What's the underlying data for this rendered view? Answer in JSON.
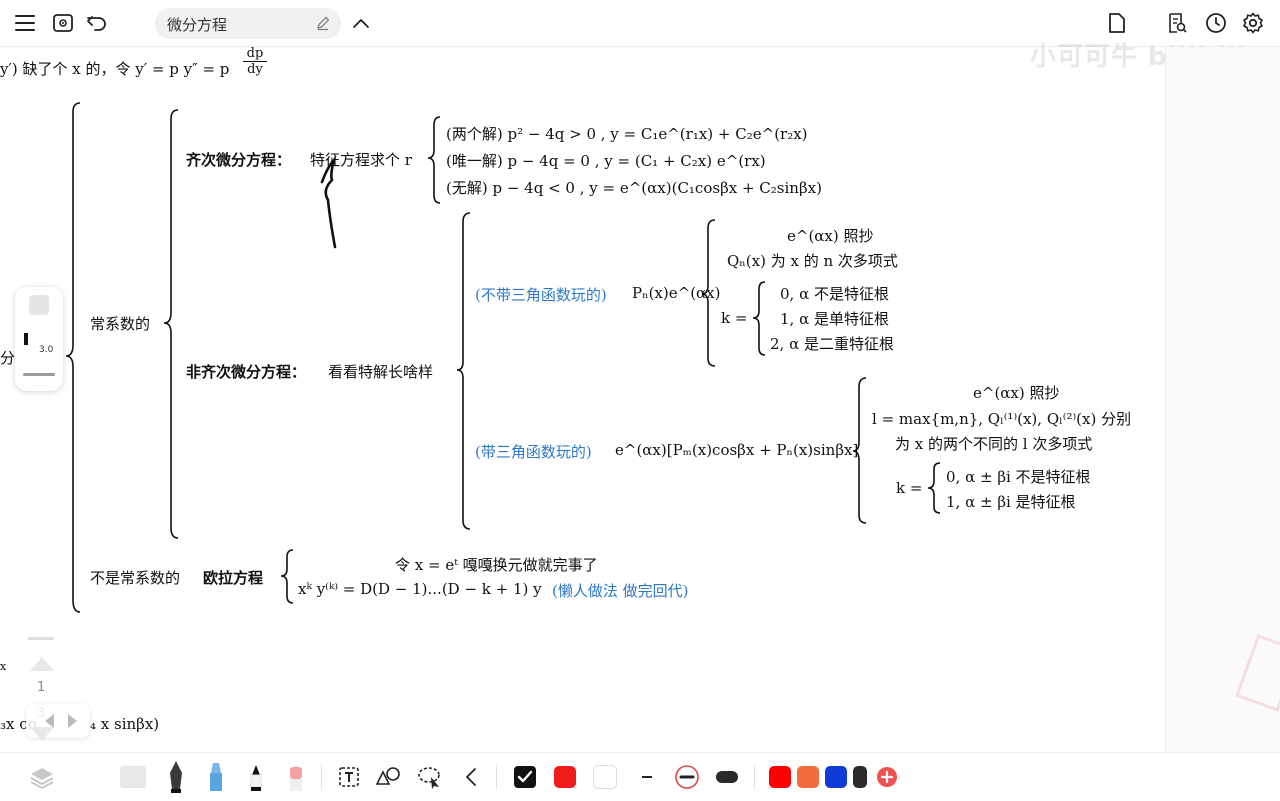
{
  "title": "微分方程",
  "watermark": "小可可牛 bilibili",
  "fragment_top": "y′) 缺了个 x 的，令 y′ = p  y″ = p",
  "frac_num": "dp",
  "frac_den": "dy",
  "left_label": "分",
  "const_coef": "常系数的",
  "homog_label": "齐次微分方程：",
  "homog_desc": "特征方程求个 r",
  "homog_cases": [
    "(两个解) p² − 4q > 0 , y = C₁e^(r₁x) + C₂e^(r₂x)",
    "(唯一解) p − 4q = 0 , y = (C₁ + C₂x) e^(rx)",
    "(无解) p − 4q < 0 , y = e^(αx)(C₁cosβx + C₂sinβx)"
  ],
  "nonhomog_label": "非齐次微分方程：",
  "nonhomog_desc": "看看特解长啥样",
  "case1_label": "(不带三角函数玩的)",
  "case1_formula": "Pₙ(x)e^(αx)",
  "case1_lines": [
    "e^(αx) 照抄",
    "Qₙ(x) 为 x 的 n 次多项式"
  ],
  "case1_k": "k =",
  "case1_k_cases": [
    "0, α 不是特征根",
    "1, α 是单特征根",
    "2, α 是二重特征根"
  ],
  "case2_label": "(带三角函数玩的)",
  "case2_formula": "e^(αx)[Pₘ(x)cosβx + Pₙ(x)sinβx]",
  "case2_lines": [
    "e^(αx) 照抄",
    "l = max{m,n}, Qₗ⁽¹⁾(x), Qₗ⁽²⁾(x) 分别",
    "为 x 的两个不同的 l 次多项式"
  ],
  "case2_k": "k =",
  "case2_k_cases": [
    "0, α ± βi 不是特征根",
    "1,  α ± βi 是特征根"
  ],
  "euler_label_a": "不是常系数的",
  "euler_label_b": "欧拉方程",
  "euler_line1": "令 x = eᵗ 嘎嘎换元做就完事了",
  "euler_line2": "xᵏ y⁽ᵏ⁾ = D(D − 1)...(D − k + 1) y",
  "euler_note": "(懒人做法 做完回代)",
  "bottom_fragment": "₃x co",
  "bottom_fragment_b": "₄ x sinβx)",
  "left_x_mark": "x",
  "panel_value": "3.0",
  "page_number": "1",
  "page_total": "3",
  "colors": {
    "accent_blue": "#2f78c4",
    "palette": [
      "#ff0000",
      "#f26b3a",
      "#0f3bd6",
      "#2b2b2b"
    ],
    "current_color": "#ee1c1c"
  },
  "icons": [
    "menu-icon",
    "reading-mode-icon",
    "undo-icon",
    "edit-pencil-icon",
    "collapse-chevron-icon",
    "page-icon",
    "search-doc-icon",
    "history-icon",
    "settings-icon"
  ]
}
